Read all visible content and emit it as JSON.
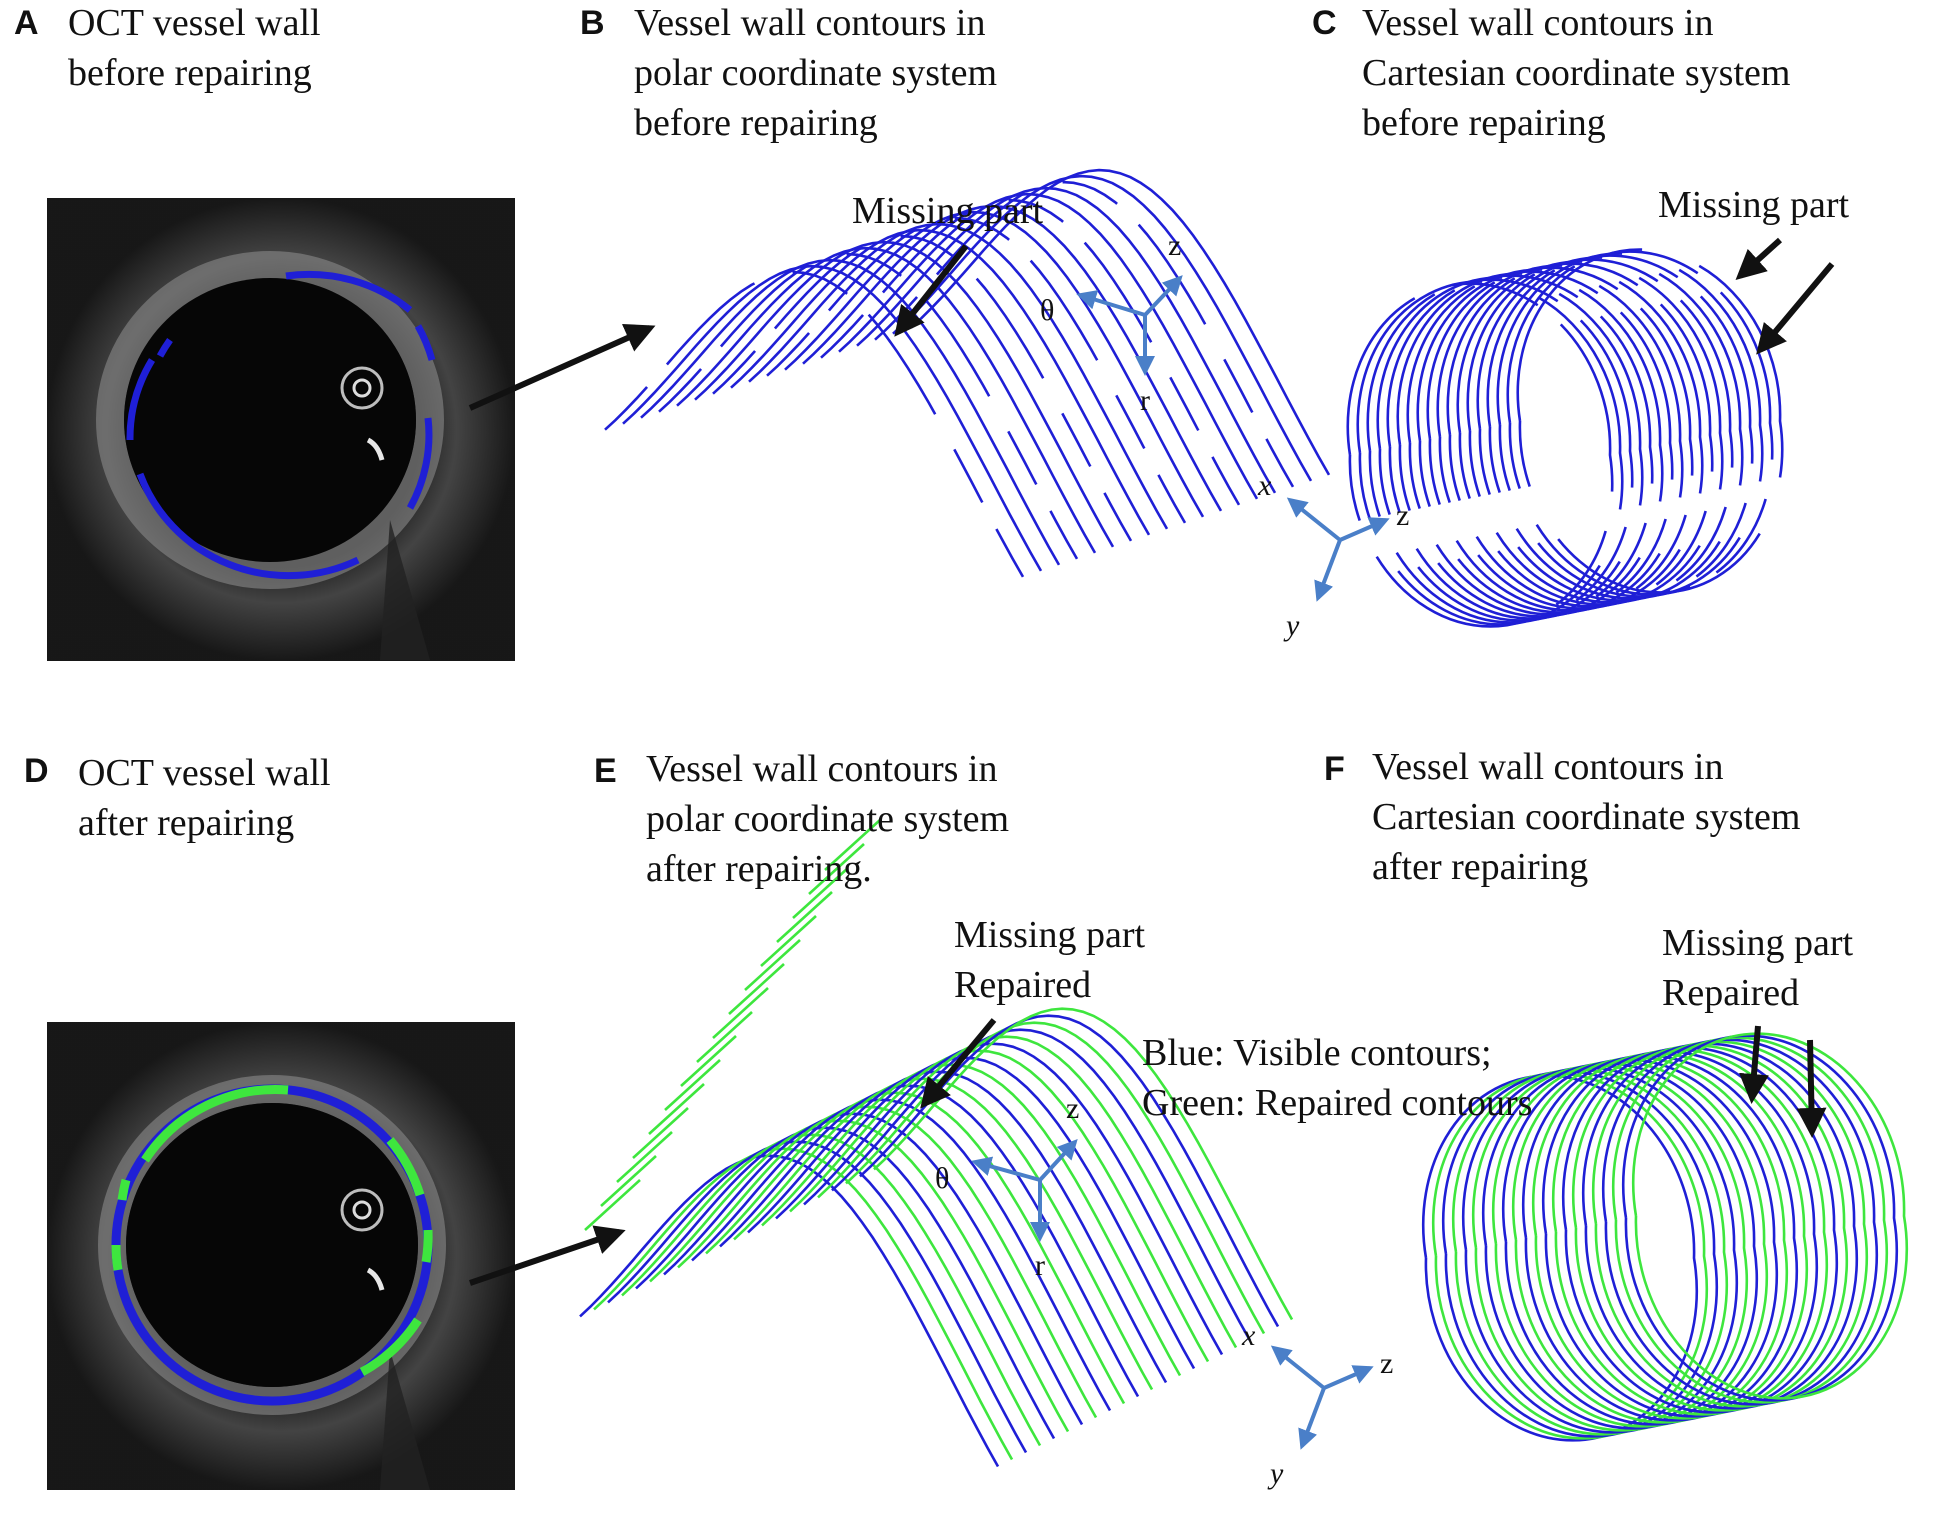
{
  "panels": [
    {
      "letter": "A",
      "caption": [
        "OCT vessel wall",
        "before repairing"
      ]
    },
    {
      "letter": "B",
      "caption": [
        "Vessel wall contours in",
        "polar coordinate system",
        "before repairing"
      ]
    },
    {
      "letter": "C",
      "caption": [
        "Vessel wall contours in",
        "Cartesian coordinate system",
        "before repairing"
      ]
    },
    {
      "letter": "D",
      "caption": [
        "OCT vessel wall",
        "after repairing"
      ]
    },
    {
      "letter": "E",
      "caption": [
        "Vessel wall contours in",
        "polar coordinate system",
        "after repairing."
      ]
    },
    {
      "letter": "F",
      "caption": [
        "Vessel wall contours in",
        "Cartesian coordinate system",
        "after repairing"
      ]
    }
  ],
  "annotations": {
    "missing_part": "Missing part",
    "missing_part_repaired": [
      "Missing part",
      "Repaired"
    ],
    "legend": [
      "Blue: Visible contours;",
      "Green: Repaired contours"
    ]
  },
  "axes": {
    "polar": [
      "θ",
      "z",
      "r"
    ],
    "cartesian": [
      "x",
      "z",
      "y"
    ]
  },
  "colors": {
    "visible_contour": "#1f1fd6",
    "repaired_contour": "#3ee63e",
    "axis_arrow": "#4a7fc8",
    "arrow": "#111111",
    "oct_background": "#0d0d0d"
  }
}
